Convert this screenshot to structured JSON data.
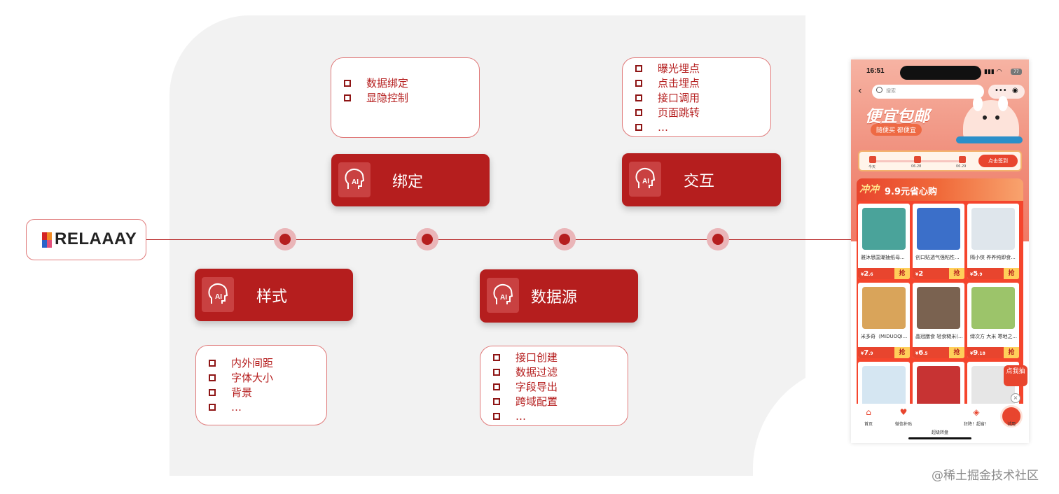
{
  "logo": {
    "text": "RELAAAY"
  },
  "nodes": {
    "style": {
      "label": "样式"
    },
    "binding": {
      "label": "绑定"
    },
    "datasource": {
      "label": "数据源"
    },
    "interaction": {
      "label": "交互"
    }
  },
  "lists": {
    "binding": [
      "数据绑定",
      "显隐控制"
    ],
    "interaction": [
      "曝光埋点",
      "点击埋点",
      "接口调用",
      "页面跳转",
      "…"
    ],
    "style": [
      "内外间距",
      "字体大小",
      "背景",
      "…"
    ],
    "datasource": [
      "接口创建",
      "数据过滤",
      "字段导出",
      "跨域配置",
      "…"
    ]
  },
  "phone": {
    "time": "16:51",
    "battery": "77",
    "search_placeholder": "搜索",
    "brand": "便宜包邮",
    "slogan": "随便买 都便宜",
    "sign_dates": [
      "今天",
      "06.28",
      "06.29"
    ],
    "sign_button": "点击签到",
    "banner_rush": "冲冲",
    "banner_title": "9.9元省心购",
    "products": [
      {
        "name": "雅沐思国潮抽纸母...",
        "price_int": "2",
        "price_dec": ".6",
        "color": "#4aa39a"
      },
      {
        "name": "创口贴透气强粘性...",
        "price_int": "2",
        "price_dec": "",
        "color": "#3b6fc9"
      },
      {
        "name": "隔小侠 养养纯即食...",
        "price_int": "5",
        "price_dec": ".9",
        "color": "#dfe6ec"
      },
      {
        "name": "米多奇（MIDUOQI...",
        "price_int": "7",
        "price_dec": ".9",
        "color": "#d9a45a"
      },
      {
        "name": "晶冠膳食 轻食糙米(...",
        "price_int": "6",
        "price_dec": ".5",
        "color": "#7a6250"
      },
      {
        "name": "绿次方 大米 寒地之...",
        "price_int": "9",
        "price_dec": ".18",
        "color": "#9cc46a"
      },
      {
        "name": "",
        "price_int": "",
        "price_dec": "",
        "color": "#d5e6f2"
      },
      {
        "name": "",
        "price_int": "",
        "price_dec": "",
        "color": "#c73333"
      },
      {
        "name": "",
        "price_int": "",
        "price_dec": "",
        "color": "#e6e6e6"
      }
    ],
    "qiang": "抢",
    "yen": "¥",
    "float_btn": "点我抽",
    "tabs": [
      "首页",
      "微信补贴",
      "超级转盘",
      "狂降！超省！",
      "试用"
    ]
  },
  "watermark": "@稀土掘金技术社区",
  "colors": {
    "accent": "#b51e1e",
    "light_accent": "#eab5b8"
  }
}
